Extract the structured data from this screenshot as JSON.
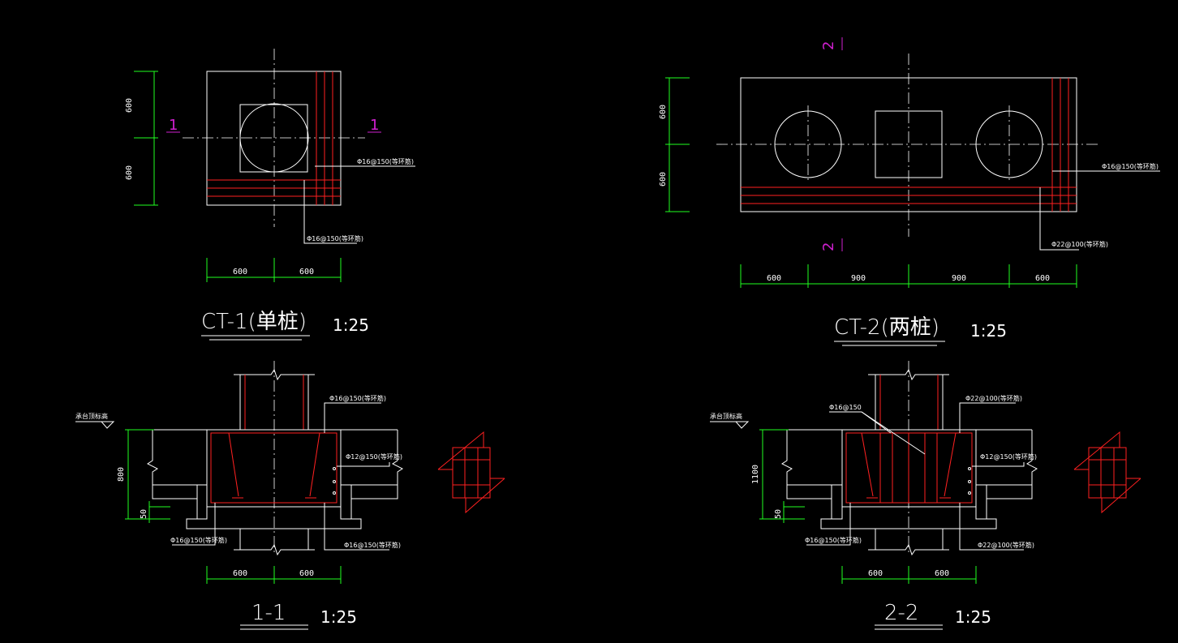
{
  "colors": {
    "background": "#000000",
    "outline": "#ffffff",
    "rebar": "#ff2020",
    "dimension": "#20ff20",
    "section_mark": "#d020d0"
  },
  "ct1": {
    "title": "CT-1(单桩)",
    "scale": "1:25",
    "dims_v": [
      "600",
      "600"
    ],
    "dims_h": [
      "600",
      "600"
    ],
    "section_mark": "1",
    "rebar_note_1": "Φ16@150(等环筋)",
    "rebar_note_2": "Φ16@150(等环筋)"
  },
  "ct2": {
    "title": "CT-2(两桩)",
    "scale": "1:25",
    "dims_v": [
      "600",
      "600"
    ],
    "dims_h": [
      "600",
      "900",
      "900",
      "600"
    ],
    "section_mark": "2",
    "rebar_note_1": "Φ16@150(等环筋)",
    "rebar_note_2": "Φ22@100(等环筋)"
  },
  "s11": {
    "title": "1-1",
    "scale": "1:25",
    "level_label": "承台顶标高",
    "height": "800",
    "base": "50",
    "dims_h": [
      "600",
      "600"
    ],
    "note_top": "Φ16@150(等环筋)",
    "note_side": "Φ12@150(等环筋)",
    "note_bottom_left": "Φ16@150(等环筋)",
    "note_bottom_right": "Φ16@150(等环筋)"
  },
  "s22": {
    "title": "2-2",
    "scale": "1:25",
    "level_label": "承台顶标高",
    "height": "1100",
    "base": "50",
    "dims_h": [
      "600",
      "600"
    ],
    "note_top": "Φ22@100(等环筋)",
    "note_side": "Φ12@150(等环筋)",
    "note_diag": "Φ16@150",
    "note_bottom_left": "Φ16@150(等环筋)",
    "note_bottom_right": "Φ22@100(等环筋)"
  }
}
